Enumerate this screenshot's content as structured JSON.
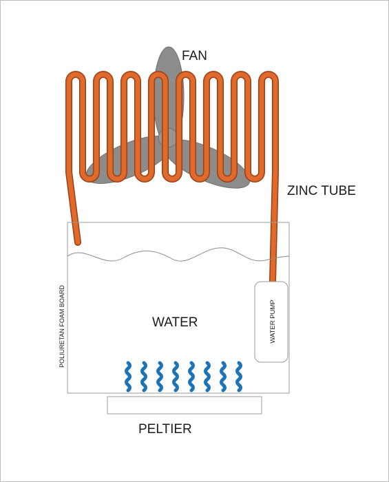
{
  "labels": {
    "fan": "FAN",
    "zinc_tube": "ZINC TUBE",
    "water": "WATER",
    "water_pump": "WATER PUMP",
    "foam_board": "POLIURETAN FOAM BOARD",
    "peltier": "PELTIER"
  },
  "colors": {
    "tube": "#E06A2C",
    "tube_edge": "#9C3D12",
    "fan": "#8C8C8C",
    "fan_edge": "#6E6E6E",
    "heat": "#1E73B8",
    "outline": "#9A9A9A",
    "frame": "#BDBDBD"
  },
  "heat_wave_count": 8
}
